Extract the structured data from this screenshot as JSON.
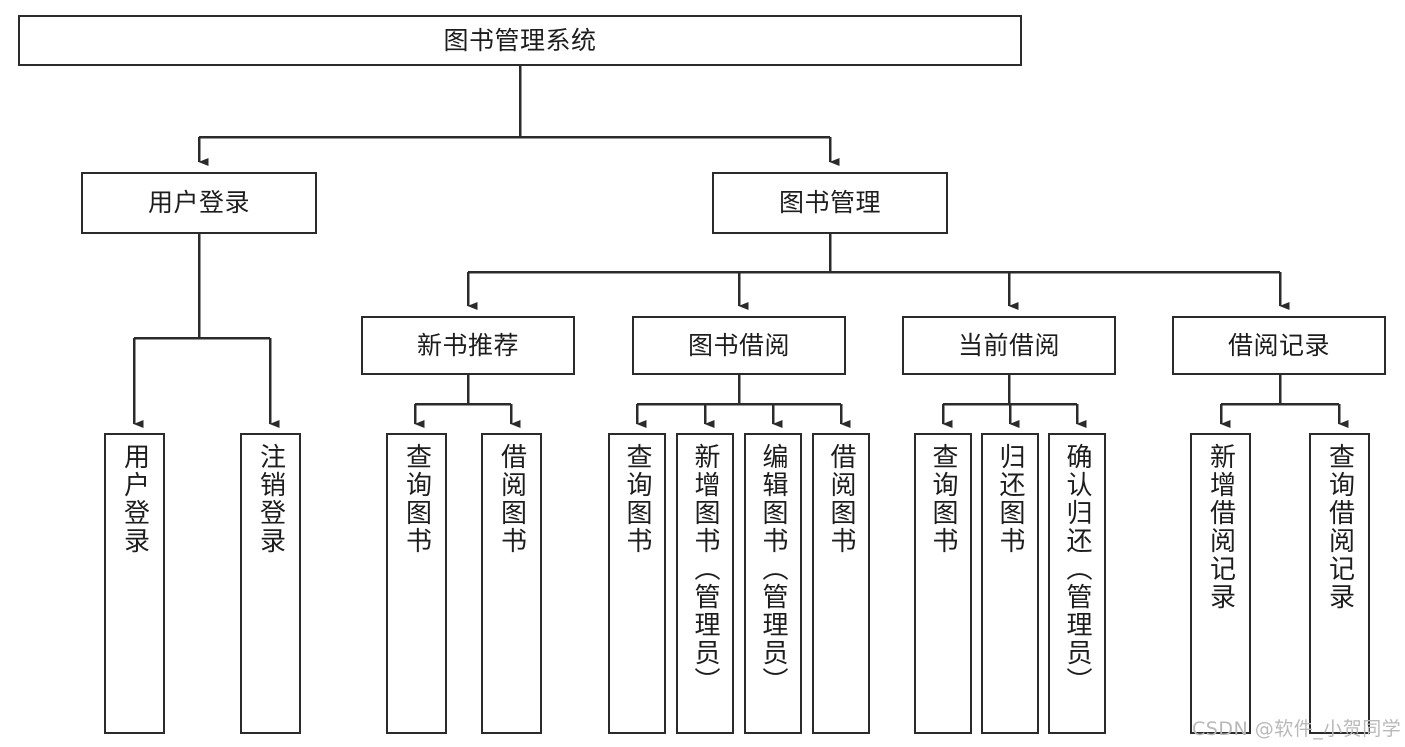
{
  "diagram": {
    "title": "图书管理系统",
    "type": "tree-hierarchy-chart",
    "watermark": "CSDN @软件_小贺同学",
    "colors": {
      "stroke": "#2b2b2b",
      "fill": "#ffffff",
      "text": "#1d1d1d",
      "watermark": "#b9b9b9"
    },
    "nodes": {
      "root": {
        "label": "图书管理系统"
      },
      "level2": [
        {
          "label": "用户登录"
        },
        {
          "label": "图书管理"
        }
      ],
      "level3": [
        {
          "label": "新书推荐"
        },
        {
          "label": "图书借阅"
        },
        {
          "label": "当前借阅"
        },
        {
          "label": "借阅记录"
        }
      ],
      "leaves": {
        "user_login": [
          {
            "label": "用户登录"
          },
          {
            "label": "注销登录"
          }
        ],
        "new_book_recommend": [
          {
            "label": "查询图书"
          },
          {
            "label": "借阅图书"
          }
        ],
        "book_borrow": [
          {
            "label": "查询图书"
          },
          {
            "label": "新增图书（管理员）"
          },
          {
            "label": "编辑图书（管理员）"
          },
          {
            "label": "借阅图书"
          }
        ],
        "current_borrow": [
          {
            "label": "查询图书"
          },
          {
            "label": "归还图书"
          },
          {
            "label": "确认归还（管理员）"
          }
        ],
        "borrow_record": [
          {
            "label": "新增借阅记录"
          },
          {
            "label": "查询借阅记录"
          }
        ]
      }
    }
  }
}
